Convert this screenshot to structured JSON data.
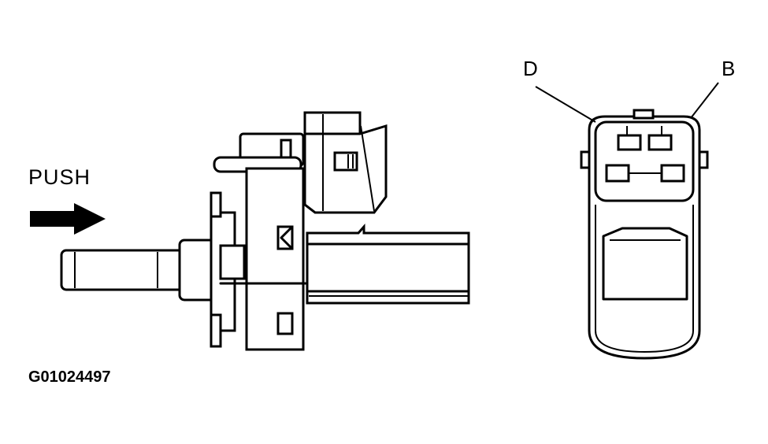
{
  "diagram": {
    "instruction_label": "PUSH",
    "figure_id": "G01024497",
    "connector_labels": {
      "left": "D",
      "right": "B"
    },
    "colors": {
      "ink": "#000000",
      "background": "#ffffff"
    }
  }
}
